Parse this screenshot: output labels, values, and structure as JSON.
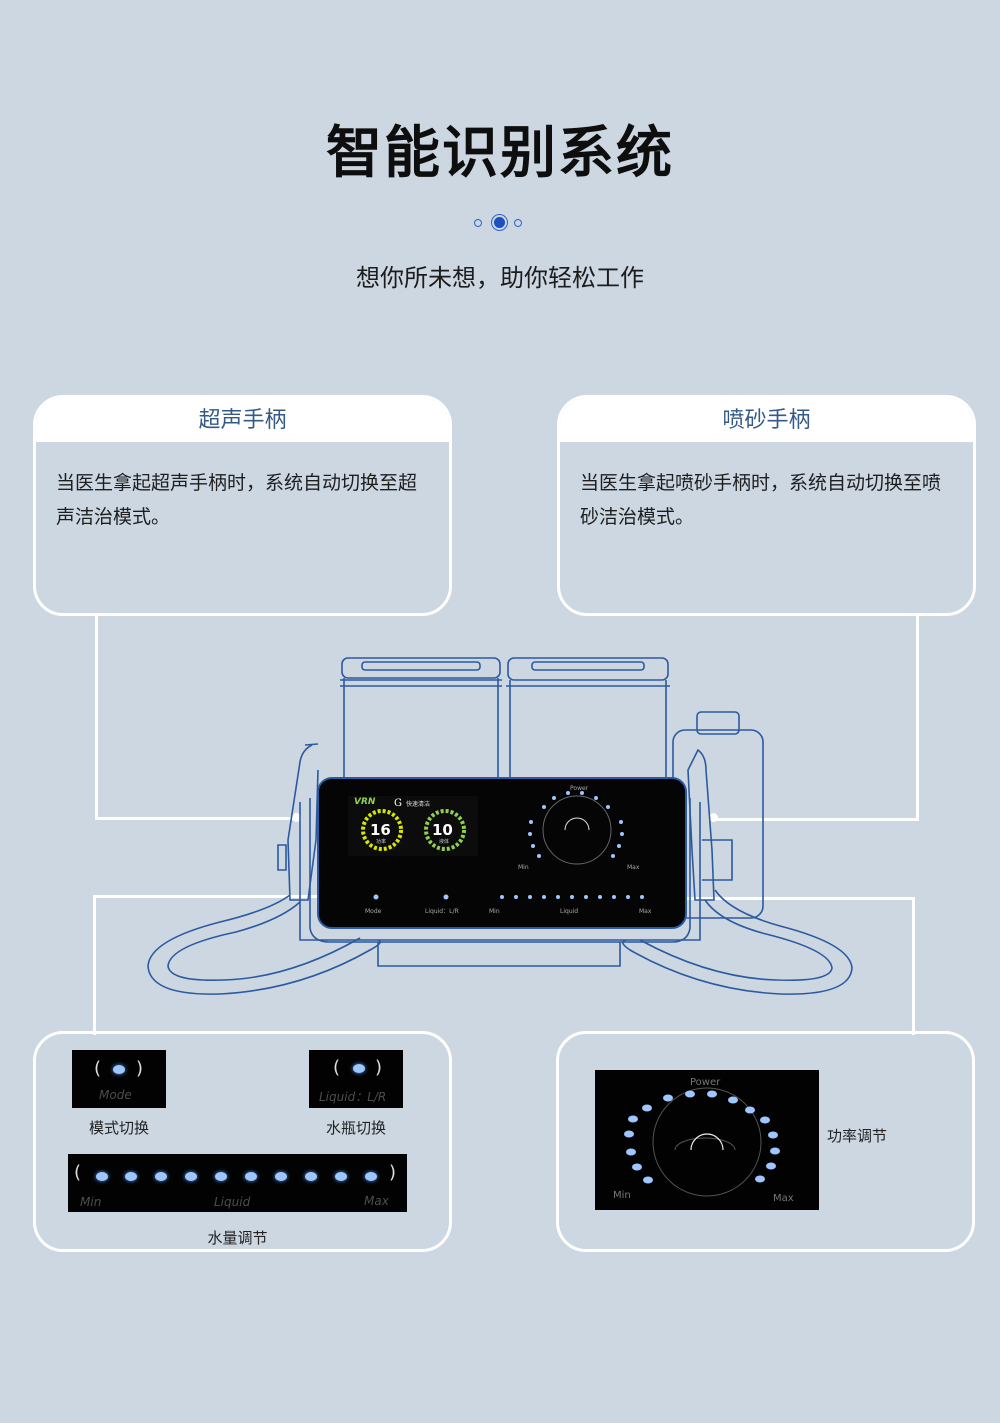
{
  "header": {
    "title": "智能识别系统",
    "subtitle": "想你所未想，助你轻松工作"
  },
  "cards": {
    "ultrasonic": {
      "title": "超声手柄",
      "text": "当医生拿起超声手柄时，系统自动切换至超声洁治模式。"
    },
    "sandblast": {
      "title": "喷砂手柄",
      "text": "当医生拿起喷砂手柄时，系统自动切换至喷砂洁治模式。"
    }
  },
  "device": {
    "brand": "VRN",
    "mode_glyph": "G",
    "mode_text": "快速清洁",
    "gauge_left_value": "16",
    "gauge_left_label": "功率",
    "gauge_right_value": "10",
    "gauge_right_label": "液体",
    "power_label": "Power",
    "min_label": "Min",
    "max_label": "Max",
    "mode_label": "Mode",
    "liquid_lr_label": "Liquid：L/R",
    "liquid_label": "Liquid"
  },
  "controls": {
    "mode_switch": "模式切换",
    "bottle_switch": "水瓶切换",
    "water_adjust": "水量调节",
    "power_adjust": "功率调节"
  },
  "colors": {
    "background": "#ccd7e2",
    "accent": "#355a86",
    "led": "#9ec6ff"
  }
}
